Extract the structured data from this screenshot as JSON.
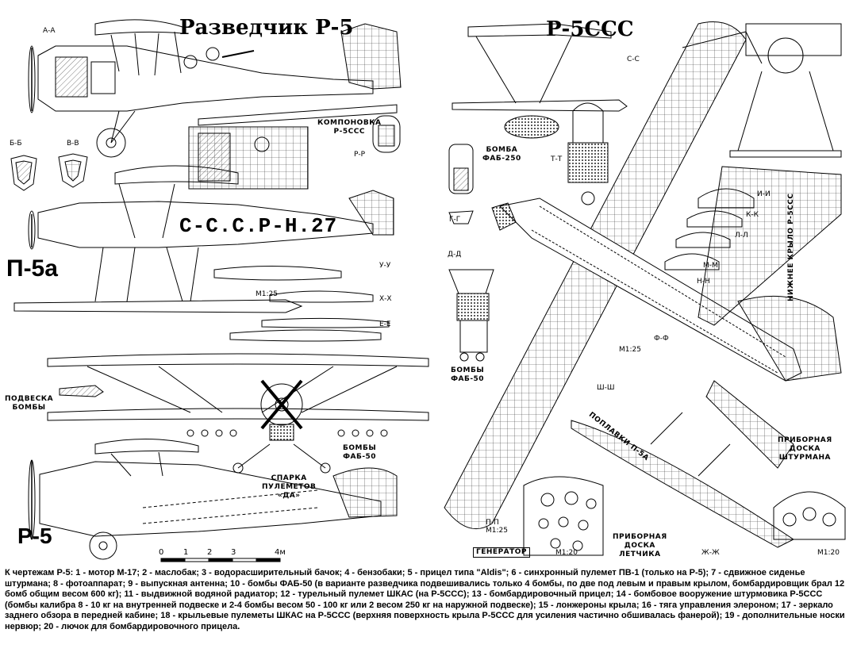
{
  "titles": {
    "left_main": "Разведчик Р-5",
    "right_main": "Р-5ССС",
    "floatplane": "П-5а",
    "bottom_left": "Р-5"
  },
  "fuselage_marking": "С-С.С.Р-Н.27",
  "labels": {
    "kompanovka": "КОМПОНОВКА\nР-5ССС",
    "bomba_fab250": "БОМБА\nФАБ-250",
    "podveska_bomby": "ПОДВЕСКА\nБОМБЫ",
    "bomby_fab50_left": "БОМБЫ\nФАБ-50",
    "bomby_fab50_right": "БОМБЫ\nФАБ-50",
    "sparka": "СПАРКА\nПУЛЕМЕТОВ\n«ДА»",
    "pribornaya_shturmana": "ПРИБОРНАЯ\nДОСКА\nШТУРМАНА",
    "pribornaya_letchika": "ПРИБОРНАЯ\nДОСКА\nЛЕТЧИКА",
    "nizhnee_krylo": "НИЖНЕЕ КРЫЛО Р-5ССС",
    "poplavki": "ПОПЛАВКИ П-5А",
    "generator": "ГЕНЕРАТОР",
    "m125_a": "М1:25",
    "m125_b": "М1:25",
    "m125_c": "М1:25",
    "m120_a": "М1:20",
    "m120_b": "М1:20"
  },
  "sections": [
    "А-А",
    "Б-Б",
    "В-В",
    "Р-Р",
    "С-С",
    "Т-Т",
    "Г-Г",
    "Д-Д",
    "У-У",
    "Х-Х",
    "Е-Е",
    "И-И",
    "К-К",
    "Л-Л",
    "М-М",
    "Н-Н",
    "Ф-Ф",
    "Ш-Ш",
    "Ж-Ж",
    "П-П"
  ],
  "scale_bar": {
    "ticks": [
      "0",
      "1",
      "2",
      "3",
      "4м"
    ]
  },
  "caption": "К чертежам Р-5: 1 - мотор М-17; 2 - маслобак; 3 - водорасширительный бачок; 4 - бензобаки; 5 - прицел типа \"Aldis\"; 6 - синхронный пулемет ПВ-1 (только на Р-5); 7 - сдвижное сиденье штурмана; 8 - фотоаппарат; 9 - выпускная антенна; 10 - бомбы ФАБ-50 (в варианте разведчика подвешивались только 4 бомбы, по две под левым и правым крылом, бомбардировщик брал 12 бомб общим весом 600 кг); 11 - выдвижной водяной радиатор; 12 - турельный пулемет ШКАС (на Р-5ССС); 13 - бомбардировочный прицел; 14 - бомбовое вооружение штурмовика Р-5ССС (бомбы калибра 8 - 10 кг на внутренней подвеске и 2-4 бомбы весом 50 - 100 кг или 2 весом 250 кг на наружной подвеске); 15 - лонжероны крыла; 16 - тяга управления элероном; 17 - зеркало заднего обзора в передней кабине; 18 - крыльевые пулеметы ШКАС на Р-5ССС (верхняя поверхность крыла Р-5ССС для усиления частично обшивалась фанерой); 19 - дополнительные носки нервюр; 20 - лючок для бомбардировочного прицела.",
  "colors": {
    "ink": "#000000",
    "paper": "#ffffff",
    "hatch": "#555555"
  }
}
